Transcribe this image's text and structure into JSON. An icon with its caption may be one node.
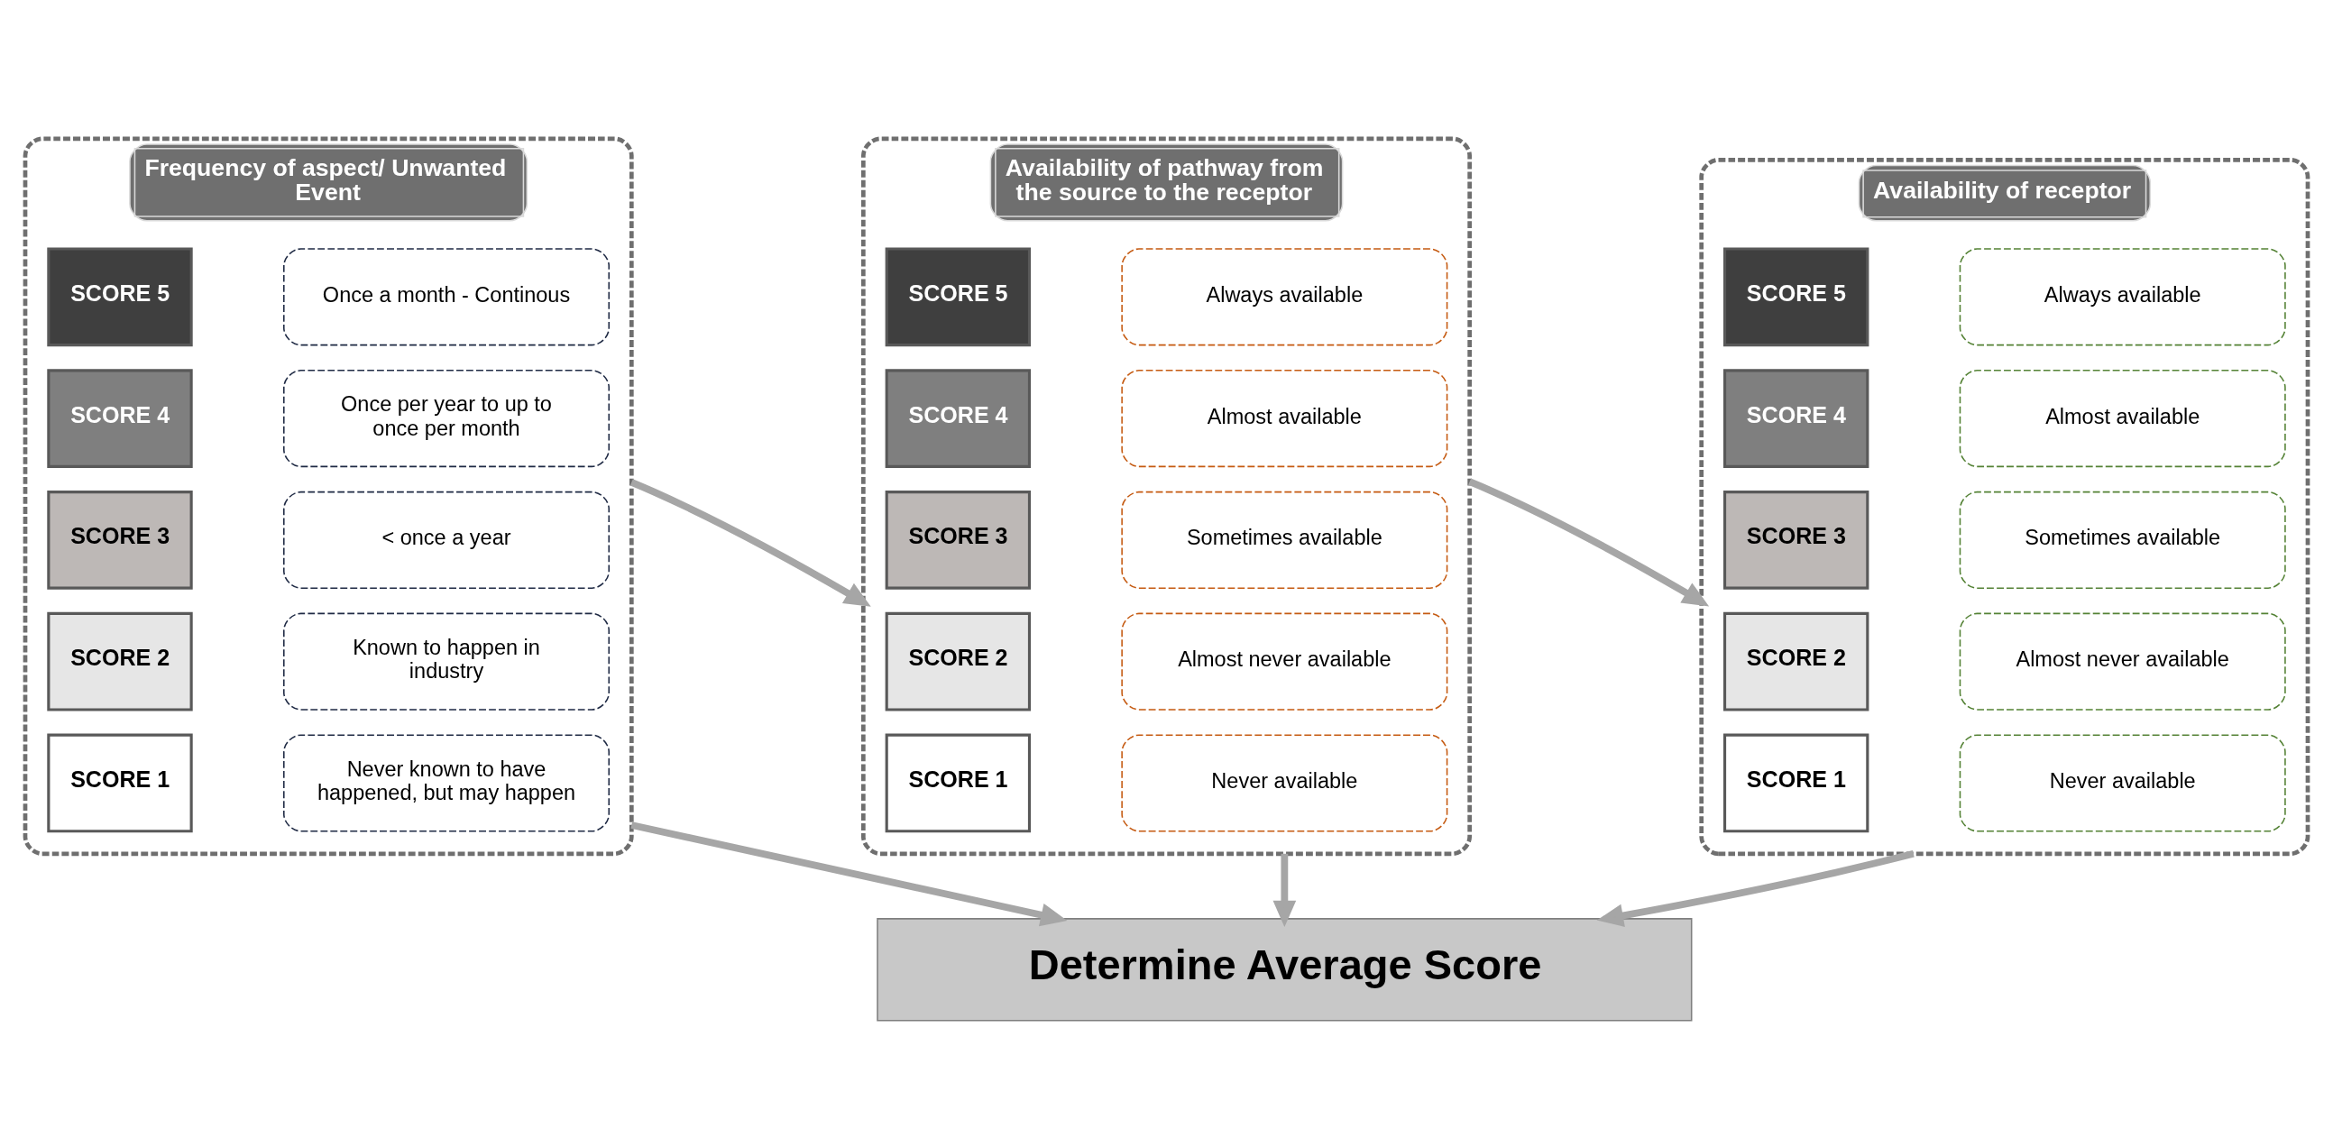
{
  "diagram": {
    "nodes": [
      {
        "text": [
          "Frequency of aspect/ Unwanted Event"
        ]
      },
      {
        "text": [
          "SCORE 5"
        ],
        "in": 0
      },
      {
        "text": [
          "Once a month - Continous"
        ],
        "in": 0
      },
      {
        "text": [
          "SCORE 4"
        ],
        "in": 0
      },
      {
        "text": [
          "Once per year to up to once per month"
        ],
        "in": 0
      },
      {
        "text": [
          "SCORE 3"
        ],
        "in": 0
      },
      {
        "text": [
          "< once a year"
        ],
        "in": 0
      },
      {
        "text": [
          "SCORE 2"
        ],
        "in": 0
      },
      {
        "text": [
          "Known to happen in industry"
        ],
        "in": 0
      },
      {
        "text": [
          "SCORE 1"
        ],
        "in": 0
      },
      {
        "text": [
          "Never known to have happened, but may happen"
        ],
        "in": 0
      },
      {
        "text": [
          "Availability of pathway from the source to the receptor"
        ]
      },
      {
        "text": [
          "SCORE 5"
        ],
        "in": 11
      },
      {
        "text": [
          "Always available"
        ],
        "in": 11
      },
      {
        "text": [
          "SCORE 4"
        ],
        "in": 11
      },
      {
        "text": [
          "Almost available"
        ],
        "in": 11
      },
      {
        "text": [
          "SCORE 3"
        ],
        "in": 11
      },
      {
        "text": [
          "Sometimes available"
        ],
        "in": 11
      },
      {
        "text": [
          "SCORE 2"
        ],
        "in": 11
      },
      {
        "text": [
          "Almost never available"
        ],
        "in": 11
      },
      {
        "text": [
          "SCORE 1"
        ],
        "in": 11
      },
      {
        "text": [
          "Never available"
        ],
        "in": 11
      },
      {
        "text": [
          "Availability of receptor"
        ]
      },
      {
        "text": [
          "SCORE 5"
        ],
        "in": 22
      },
      {
        "text": [
          "Always available"
        ],
        "in": 22
      },
      {
        "text": [
          "SCORE 4"
        ],
        "in": 22
      },
      {
        "text": [
          "Almost available"
        ],
        "in": 22
      },
      {
        "text": [
          "SCORE 3"
        ],
        "in": 22
      },
      {
        "text": [
          "Sometimes available"
        ],
        "in": 22
      },
      {
        "text": [
          "SCORE 2"
        ],
        "in": 22
      },
      {
        "text": [
          "Almost never available"
        ],
        "in": 22
      },
      {
        "text": [
          "SCORE 1"
        ],
        "in": 22
      },
      {
        "text": [
          "Never available"
        ],
        "in": 22
      },
      {
        "text": [
          "Determine Average Score"
        ]
      }
    ],
    "edges": [
      {
        "from": 0,
        "to": 11,
        "arrow": "to"
      },
      {
        "from": 11,
        "to": 22,
        "arrow": "to"
      },
      {
        "from": 0,
        "to": 33,
        "arrow": "to"
      },
      {
        "from": 11,
        "to": 33,
        "arrow": "to"
      },
      {
        "from": 22,
        "to": 33,
        "arrow": "to"
      }
    ]
  }
}
